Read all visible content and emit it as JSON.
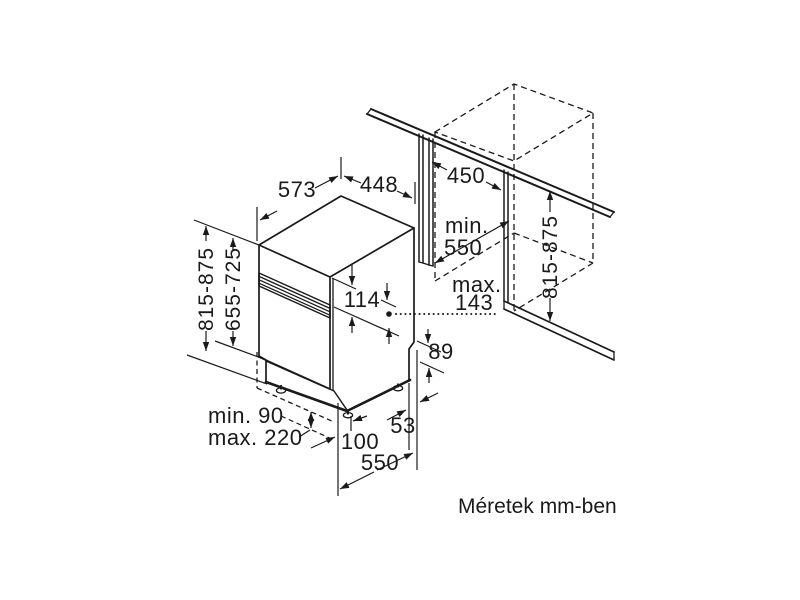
{
  "diagram": {
    "caption": "Méretek mm-ben",
    "colors": {
      "line": "#1a1a1a",
      "background": "#ffffff"
    },
    "dimensions": {
      "top_depth": "573",
      "top_width": "448",
      "niche_width": "450",
      "niche_depth_prefix": "min.",
      "niche_depth_value": "550",
      "connection_prefix": "max.",
      "connection_value": "143",
      "appliance_height": "815-875",
      "door_height": "655-725",
      "control_panel_height": "114",
      "rear_clearance": "89",
      "rear_foot_offset": "53",
      "front_foot_offset": "100",
      "plinth_height_min": "min. 90",
      "plinth_height_max": "max. 220",
      "base_depth": "550",
      "niche_height": "815-875"
    }
  }
}
